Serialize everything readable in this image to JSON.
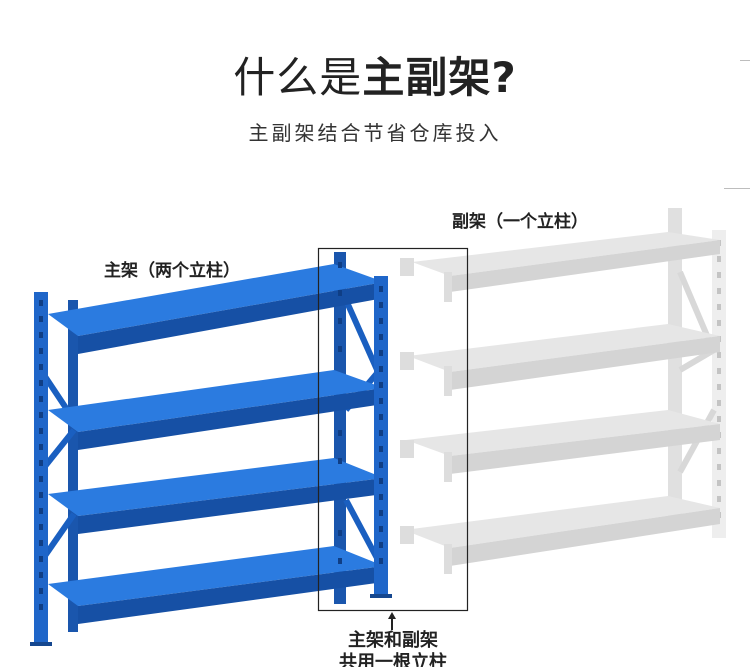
{
  "header": {
    "title_light": "什么是",
    "title_bold": "主副架?",
    "subtitle": "主副架结合节省仓库投入"
  },
  "labels": {
    "main_rack": "主架（两个立柱）",
    "sub_rack": "副架（一个立柱）",
    "shared_line1": "主架和副架",
    "shared_line2": "共用一根立柱"
  },
  "colors": {
    "main_rack": "#1f66c9",
    "main_rack_dark": "#134a9a",
    "main_rack_light": "#2f80e6",
    "sub_rack": "#e9e9e9",
    "sub_rack_dark": "#cfcfcf",
    "highlight_box": "#222222"
  }
}
